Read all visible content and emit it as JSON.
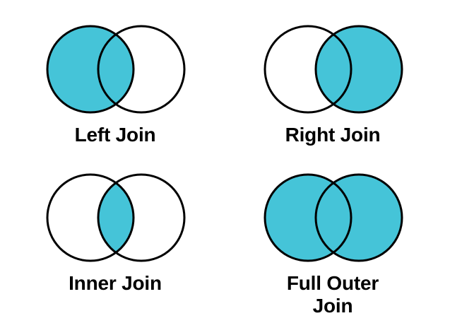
{
  "page": {
    "title": "SQL Join Types Venn Diagram",
    "background_color": "#ffffff"
  },
  "style": {
    "fill_color": "#45c4d8",
    "stroke_color": "#000000",
    "text_color": "#000000",
    "stroke_width": 3,
    "circle_radius": 61,
    "circle_center_gap": 72
  },
  "diagrams": [
    {
      "id": "left-join",
      "label": "Left Join",
      "fill_region": "left-circle-and-overlap",
      "left_circle_filled": true,
      "right_circle_filled": false,
      "overlap_filled": true
    },
    {
      "id": "right-join",
      "label": "Right Join",
      "fill_region": "right-circle-and-overlap",
      "left_circle_filled": false,
      "right_circle_filled": true,
      "overlap_filled": true
    },
    {
      "id": "inner-join",
      "label": "Inner Join",
      "fill_region": "overlap-only",
      "left_circle_filled": false,
      "right_circle_filled": false,
      "overlap_filled": true
    },
    {
      "id": "full-outer-join",
      "label": "Full Outer\nJoin",
      "fill_region": "both-circles",
      "left_circle_filled": true,
      "right_circle_filled": true,
      "overlap_filled": true
    }
  ]
}
